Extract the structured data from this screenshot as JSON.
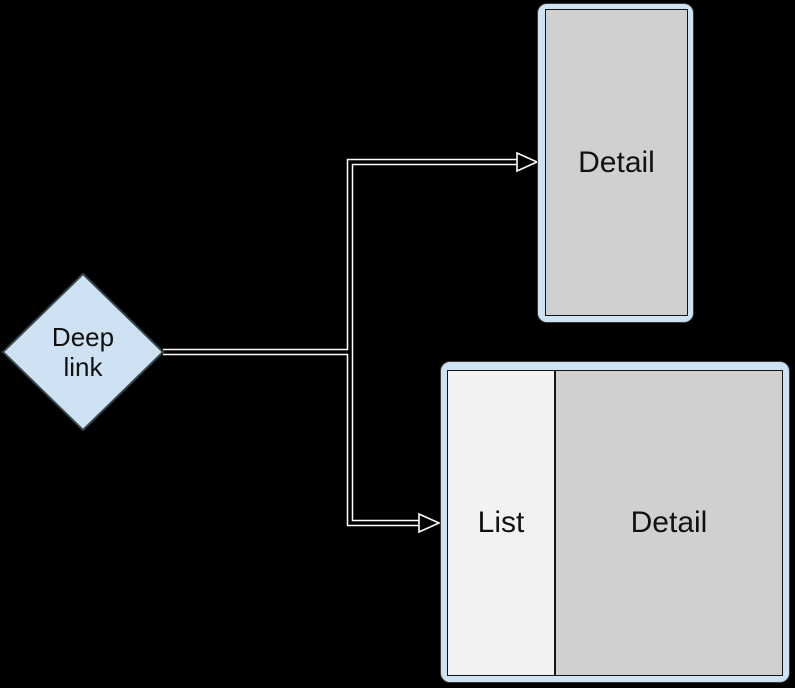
{
  "colors": {
    "background": "#000000",
    "node_fill": "#cfe2f3",
    "node_border": "#36474f",
    "frame_border": "#3a3a3a",
    "inner_border": "#141414",
    "detail_fill": "#d0d0d0",
    "list_fill": "#f2f2f2",
    "connector_halo": "#ffffff",
    "text": "#111111"
  },
  "diagram": {
    "deep_link_node": {
      "label": "Deep link"
    },
    "portrait_screen": {
      "detail_label": "Detail"
    },
    "landscape_screen": {
      "list_label": "List",
      "detail_label": "Detail"
    }
  }
}
